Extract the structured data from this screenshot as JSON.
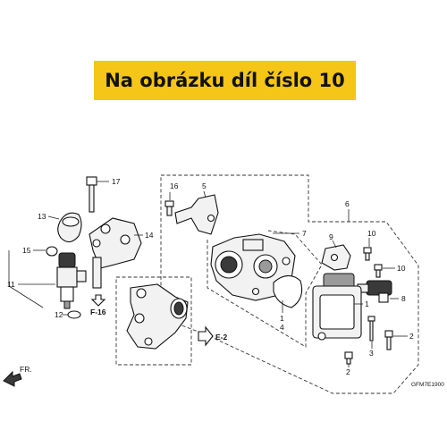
{
  "banner": {
    "text": "Na obrázku díl číslo 10"
  },
  "callouts": {
    "c17": "17",
    "c13": "13",
    "c14": "14",
    "c15": "15",
    "c11": "11",
    "c12": "12",
    "c16": "16",
    "c5": "5",
    "c6": "6",
    "c7": "7",
    "c9": "9",
    "c10a": "10",
    "c10b": "10",
    "c8": "8",
    "c1a": "1",
    "c4": "4",
    "c1b": "1",
    "c2a": "2",
    "c3": "3",
    "c2b": "2"
  },
  "refs": {
    "f16": "F-16",
    "e2": "E-2",
    "fr": "FR."
  },
  "diagram_code": "GFM7E1900"
}
